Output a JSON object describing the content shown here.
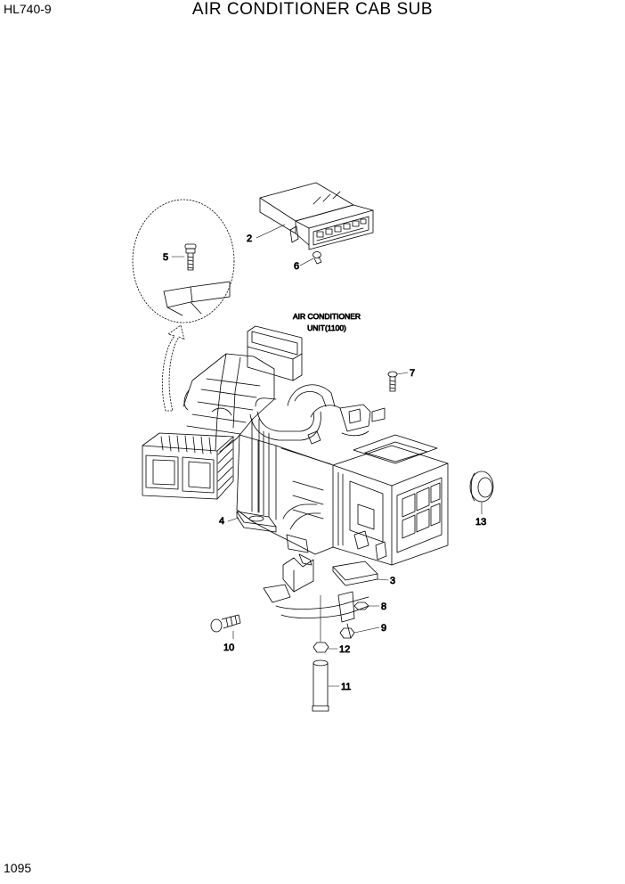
{
  "header": {
    "model": "HL740-9",
    "title": "AIR CONDITIONER CAB SUB"
  },
  "footer": {
    "page_number": "1095"
  },
  "diagram": {
    "unit_label_line1": "AIR CONDITIONER",
    "unit_label_line2": "UNIT(1100)",
    "callouts": {
      "c2": "2",
      "c3": "3",
      "c4": "4",
      "c5": "5",
      "c6": "6",
      "c7": "7",
      "c8": "8",
      "c9": "9",
      "c10": "10",
      "c11": "11",
      "c12": "12",
      "c13": "13"
    }
  }
}
